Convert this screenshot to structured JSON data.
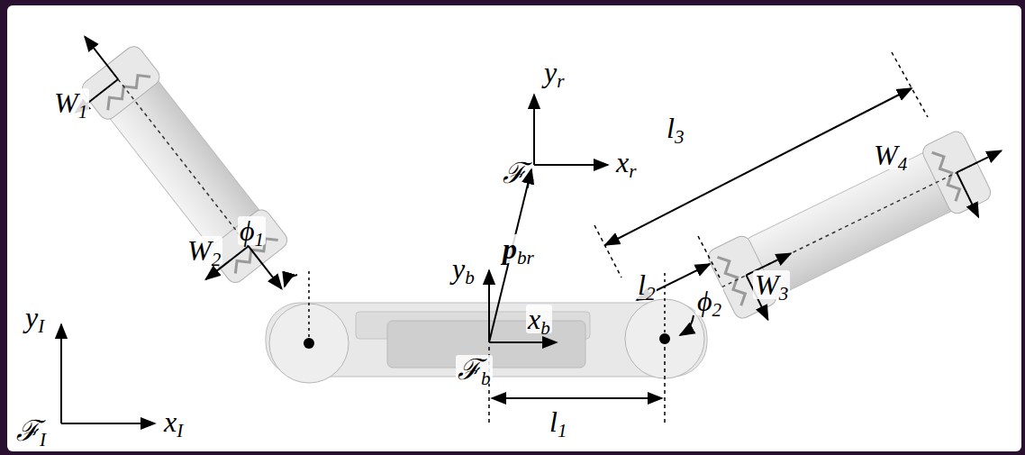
{
  "diagram": {
    "labels": [
      "W1",
      "W2",
      "W3",
      "W4",
      "yr",
      "ℱr",
      "xr",
      "l3",
      "pbr",
      "yb",
      "l2",
      "ϕ1",
      "ϕ2",
      "yI",
      "xb",
      "ℱb",
      "xI",
      "ℱI",
      "l1"
    ]
  }
}
